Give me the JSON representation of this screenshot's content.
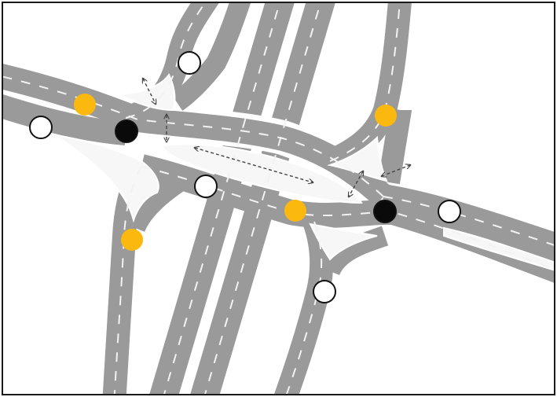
{
  "colors": {
    "background": "#ffffff",
    "border": "#1a1a1a",
    "road": "#9a9a9a",
    "road_edge": "#ffffff",
    "lane_marking": "#f2f2f2",
    "island": "#f7f7f7",
    "crosswalk_arrow": "#444444",
    "signal_yellow": "#fbb80f",
    "signal_white": "#ffffff",
    "signal_black": "#0a0a0a",
    "signal_outline": "#111111"
  },
  "icons": {
    "crosswalk": "dashed-double-arrow-icon",
    "signal_open": "white-circle-icon",
    "signal_yield": "yellow-circle-icon",
    "signal_stop": "black-circle-icon"
  },
  "signals": [
    {
      "id": "nw-top",
      "state": "white"
    },
    {
      "id": "west-upper",
      "state": "yellow"
    },
    {
      "id": "west-outer",
      "state": "white"
    },
    {
      "id": "west-inner",
      "state": "black"
    },
    {
      "id": "center-left",
      "state": "white"
    },
    {
      "id": "south-left",
      "state": "yellow"
    },
    {
      "id": "center-right",
      "state": "yellow"
    },
    {
      "id": "ne-top",
      "state": "yellow"
    },
    {
      "id": "east-inner",
      "state": "black"
    },
    {
      "id": "east-outer",
      "state": "white"
    },
    {
      "id": "se-bottom",
      "state": "white"
    }
  ]
}
